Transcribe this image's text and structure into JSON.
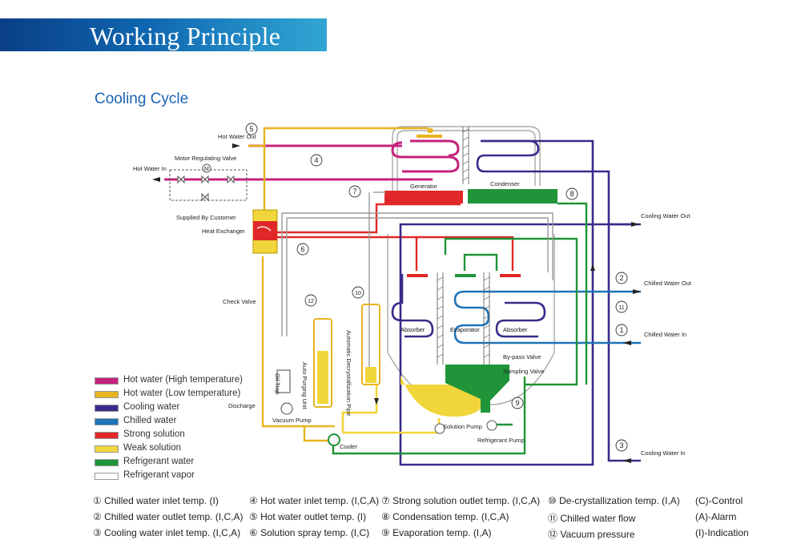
{
  "header": {
    "title": "Working Principle"
  },
  "section": {
    "title": "Cooling Cycle"
  },
  "legend": [
    {
      "label": "Hot water (High temperature)",
      "color": "#c4237c"
    },
    {
      "label": "Hot water (Low temperature)",
      "color": "#e8b420"
    },
    {
      "label": "Cooling water",
      "color": "#3b2a8a"
    },
    {
      "label": "Chilled water",
      "color": "#1f74b8"
    },
    {
      "label": "Strong solution",
      "color": "#e02828"
    },
    {
      "label": "Weak solution",
      "color": "#f0d63a"
    },
    {
      "label": "Refrigerant water",
      "color": "#1f9438"
    },
    {
      "label": "Refrigerant vapor",
      "color": "#ffffff"
    }
  ],
  "labels": {
    "hot_water_out": "Hot Water Out",
    "hot_water_in": "Hot Water In",
    "motor_valve": "Motor Regulating Valve",
    "supplied": "Supplied By Customer",
    "heat_exchanger": "Heat Exchanger",
    "check_valve": "Check Valve",
    "oil_trap": "Oil Trap",
    "discharge": "Discharge",
    "vacuum_pump": "Vacuum Pump",
    "auto_purging": "Auto Purging Unit",
    "auto_decrys": "Automatic Decrystallization Pipe",
    "generator": "Generator",
    "condenser": "Condenser",
    "absorber_l": "Absorber",
    "evaporator": "Evaporator",
    "absorber_r": "Absorber",
    "solution_pump": "Solution Pump",
    "refrigerant_pump": "Refrigerant Pump",
    "cooler": "Cooler",
    "bypass": "By-pass Valve",
    "sampling": "Sampling Valve",
    "cooling_out": "Cooling Water Out",
    "chilled_out": "Chilled Water Out",
    "chilled_in": "Chilled Water In",
    "cooling_in": "Cooling Water In",
    "motor_m": "M"
  },
  "markers": {
    "m1": "1",
    "m2": "2",
    "m3": "3",
    "m4": "4",
    "m5": "5",
    "m6": "6",
    "m7": "7",
    "m8": "8",
    "m9": "9",
    "m10": "10",
    "m11": "11",
    "m12": "12"
  },
  "notes": [
    {
      "text": "① Chilled water inlet temp. (I)"
    },
    {
      "text": "② Chilled water outlet temp. (I,C,A)"
    },
    {
      "text": "③ Cooling water inlet temp. (I,C,A)"
    },
    {
      "text": "④ Hot water inlet temp. (I,C,A)"
    },
    {
      "text": "⑤ Hot water outlet temp. (I)"
    },
    {
      "text": "⑥ Solution spray temp. (I,C)"
    },
    {
      "text": "⑦ Strong solution outlet temp. (I,C,A)"
    },
    {
      "text": "⑧ Condensation temp. (I,C,A)"
    },
    {
      "text": "⑨ Evaporation temp. (I,A)"
    },
    {
      "text": "⑩ De-crystallization temp. (I,A)"
    },
    {
      "text": "⑪ Chilled water flow"
    },
    {
      "text": "⑫ Vacuum pressure"
    },
    {
      "text": "(C)-Control"
    },
    {
      "text": "(A)-Alarm"
    },
    {
      "text": "(I)-Indication"
    }
  ]
}
